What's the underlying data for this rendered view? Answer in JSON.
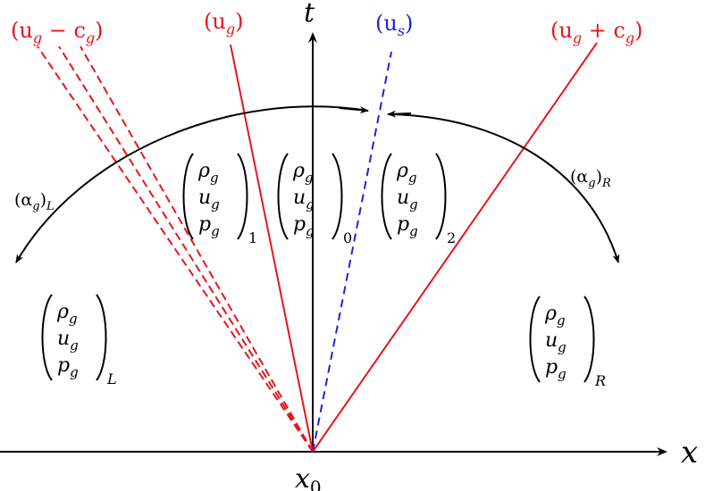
{
  "colors": {
    "axis": "#000000",
    "gas_wave": "#e8141c",
    "contact_wave": "#1f22e0",
    "arc": "#000000"
  },
  "axes": {
    "x_label": "x",
    "t_label": "t",
    "origin_label": "x",
    "origin_sub": "0"
  },
  "waves": {
    "left_label": "(u",
    "left_sub": "g",
    "left_mid": " − c",
    "left_sub2": "g",
    "left_close": ")",
    "center_label": "(u",
    "center_sub": "g",
    "center_close": ")",
    "solid_label": "(u",
    "solid_sub": "s",
    "solid_close": ")",
    "right_label": "(u",
    "right_sub": "g",
    "right_mid": " + c",
    "right_sub2": "g",
    "right_close": ")"
  },
  "states": [
    {
      "name": "L",
      "rho": "ρ",
      "u": "u",
      "p": "p",
      "sub": "g",
      "index": "L"
    },
    {
      "name": "1",
      "rho": "ρ",
      "u": "u",
      "p": "p",
      "sub": "g",
      "index": "1"
    },
    {
      "name": "0",
      "rho": "ρ",
      "u": "u",
      "p": "p",
      "sub": "g",
      "index": "0"
    },
    {
      "name": "2",
      "rho": "ρ",
      "u": "u",
      "p": "p",
      "sub": "g",
      "index": "2"
    },
    {
      "name": "R",
      "rho": "ρ",
      "u": "u",
      "p": "p",
      "sub": "g",
      "index": "R"
    }
  ],
  "arcs": {
    "left_label": "(α",
    "left_sub": "g",
    "left_close": ")",
    "left_index": "L",
    "right_label": "(α",
    "right_sub": "g",
    "right_close": ")",
    "right_index": "R"
  }
}
